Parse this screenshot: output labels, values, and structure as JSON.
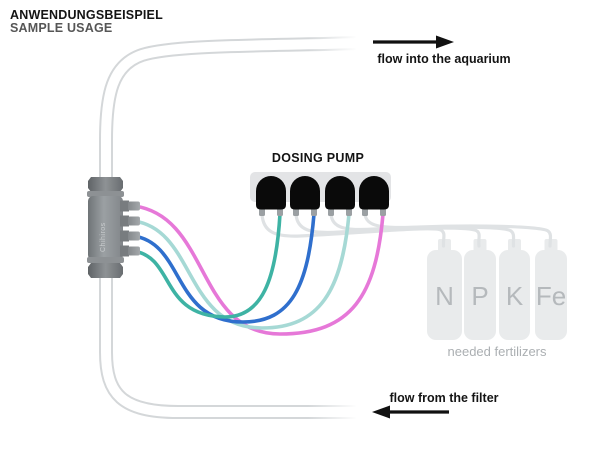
{
  "header": {
    "title_primary": "ANWENDUNGSBEISPIEL",
    "title_secondary": "SAMPLE USAGE"
  },
  "flow": {
    "into_aquarium_label": "flow into the aquarium",
    "from_filter_label": "flow from the filter"
  },
  "dosing_pump": {
    "label": "DOSING PUMP",
    "head_count": 4
  },
  "manifold": {
    "brand": "Chihiros"
  },
  "fertilizers": {
    "caption": "needed fertilizers",
    "bottles": [
      {
        "label": "N"
      },
      {
        "label": "P"
      },
      {
        "label": "K"
      },
      {
        "label": "Fe"
      }
    ]
  },
  "tube_colors": {
    "magenta": "#e678d8",
    "light_cyan": "#a6d9d5",
    "blue": "#2f6fcd",
    "teal": "#3eb3a4"
  }
}
